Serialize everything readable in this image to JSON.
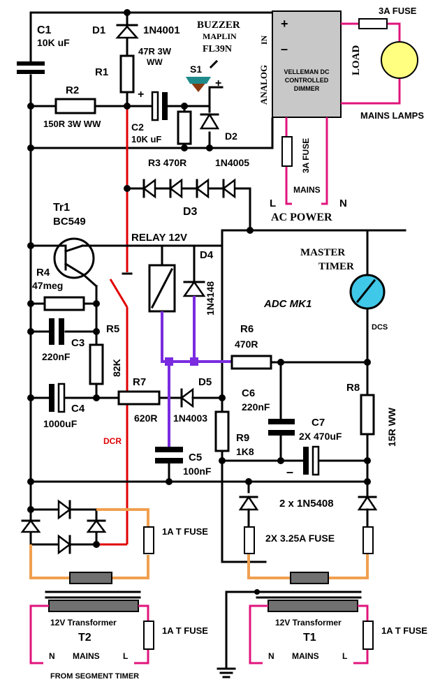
{
  "labels": {
    "c1_name": "C1",
    "c1_val": "10K uF",
    "d1_name": "D1",
    "d1_val": "1N4001",
    "buzzer_title": "BUZZER",
    "buzzer_brand": "MAPLIN",
    "buzzer_part": "FL39N",
    "r1_name": "R1",
    "r1_val1": "47R 3W",
    "r1_val2": "WW",
    "s1_name": "S1",
    "r2_name": "R2",
    "r2_val": "150R 3W WW",
    "c2_name": "C2",
    "c2_val": "10K uF",
    "r3": "R3 470R",
    "d2_name": "D2",
    "d2_val": "1N4005",
    "d3_name": "D3",
    "tr1_name": "Tr1",
    "tr1_val": "BC549",
    "relay": "RELAY 12V",
    "d4_name": "D4",
    "d4_val": "1N4148",
    "r4_name": "R4",
    "r4_val": "47meg",
    "c3_name": "C3",
    "c3_val": "220nF",
    "r5_name": "R5",
    "r5_val": "82K",
    "adc": "ADC MK1",
    "r6_name": "R6",
    "r6_val": "470R",
    "r7_name": "R7",
    "r7_val": "620R",
    "d5_name": "D5",
    "d5_val": "1N4003",
    "c4_name": "C4",
    "c4_val": "1000uF",
    "c6_name": "C6",
    "c6_val": "220nF",
    "c7_name": "C7",
    "c7_val": "2X 470uF",
    "r8_name": "R8",
    "r8_val": "15R WW",
    "r9_name": "R9",
    "r9_val": "1K8",
    "c5_name": "C5",
    "c5_val": "100nF",
    "dcr": "DCR",
    "dcs": "DCS",
    "master_timer_1": "MASTER",
    "master_timer_2": "TIMER",
    "dimmer_1": "VELLEMAN DC",
    "dimmer_2": "CONTROLLED",
    "dimmer_3": "DIMMER",
    "plus": "+",
    "minus": "–",
    "analog": "ANALOG",
    "in": "IN",
    "load": "LOAD",
    "fuse_3a_top": "3A FUSE",
    "fuse_3a_side": "3A FUSE",
    "mains_lamps": "MAINS LAMPS",
    "mains": "MAINS",
    "ac_l": "L",
    "ac_n": "N",
    "ac_power": "AC POWER",
    "diodes_1n5408": "2 x 1N5408",
    "fuse_325": "2X  3.25A FUSE",
    "fuse_1at_1": "1A T FUSE",
    "fuse_1at_2": "1A T FUSE",
    "fuse_1at_3": "1A T FUSE",
    "t2_type": "12V Transformer",
    "t2_name": "T2",
    "t2_n": "N",
    "t2_mains": "MAINS",
    "t2_l": "L",
    "t1_type": "12V Transformer",
    "t1_name": "T1",
    "t1_n": "N",
    "t1_mains": "MAINS",
    "t1_l": "L",
    "from_segment": "FROM SEGMENT TIMER"
  },
  "colors": {
    "wire": "#000000",
    "relay_contact": "#e00000",
    "coil_link": "#7a2be0",
    "mains_wire": "#e0147c",
    "secondary_wire": "#f0a050",
    "dimmer_box": "#c8c8c8",
    "lamp": "#ffff80",
    "timer": "#40c8e8",
    "buzzer": "#1f8a8a"
  }
}
